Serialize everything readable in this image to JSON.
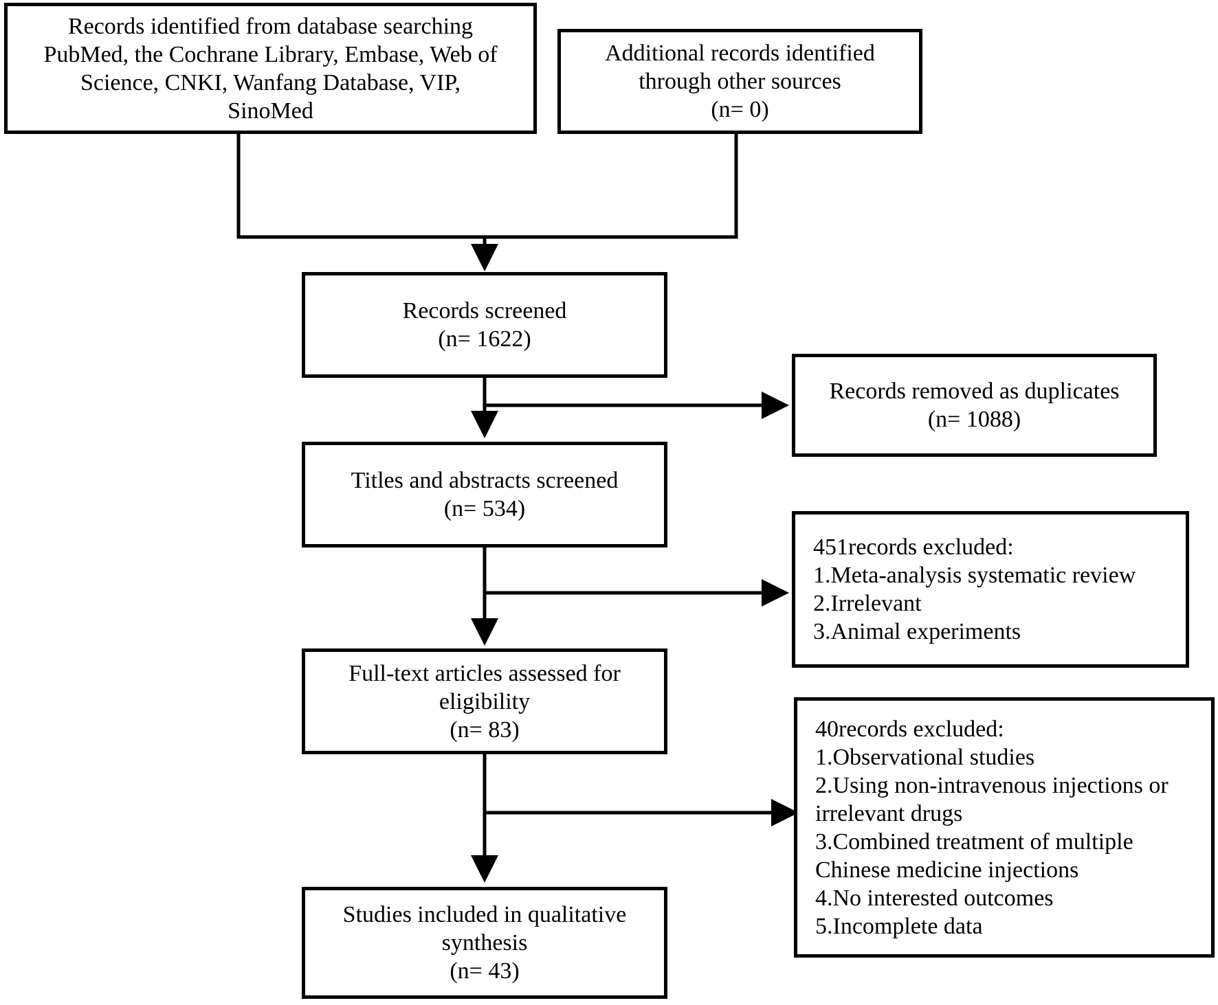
{
  "boxes": {
    "database_search": {
      "lines": [
        "Records identified from database searching",
        "PubMed, the Cochrane Library, Embase, Web of",
        "Science, CNKI, Wanfang Database, VIP,",
        "SinoMed"
      ]
    },
    "other_sources": {
      "lines": [
        "Additional records identified",
        "through other sources",
        "(n= 0)"
      ]
    },
    "records_screened": {
      "lines": [
        "Records screened",
        "(n= 1622)"
      ]
    },
    "duplicates_removed": {
      "lines": [
        "Records removed as duplicates",
        "(n= 1088)"
      ]
    },
    "titles_abstracts": {
      "lines": [
        "Titles and abstracts screened",
        "(n= 534)"
      ]
    },
    "excluded_451": {
      "lines": [
        "451records excluded:",
        "1.Meta-analysis systematic review",
        "2.Irrelevant",
        "3.Animal experiments"
      ]
    },
    "full_text": {
      "lines": [
        "Full-text articles assessed for",
        "eligibility",
        "(n= 83)"
      ]
    },
    "excluded_40": {
      "lines": [
        "40records excluded:",
        "1.Observational studies",
        "2.Using non-intravenous injections or",
        "irrelevant drugs",
        "3.Combined treatment of multiple",
        "Chinese medicine injections",
        "4.No interested outcomes",
        "5.Incomplete data"
      ]
    },
    "included": {
      "lines": [
        "Studies included in qualitative",
        "synthesis",
        "(n= 43)"
      ]
    }
  }
}
